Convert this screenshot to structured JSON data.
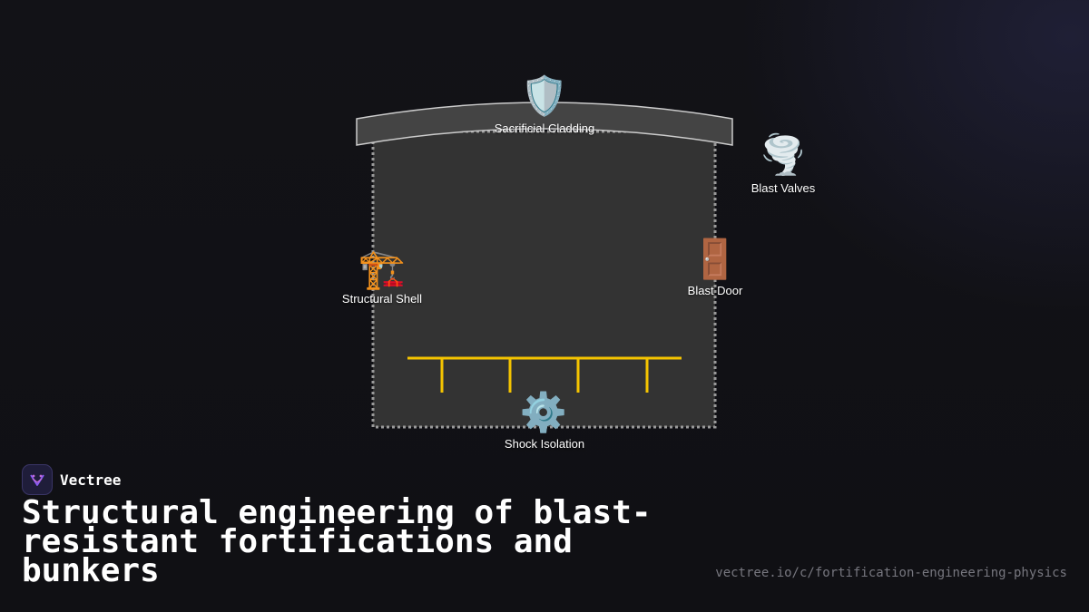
{
  "diagram": {
    "nodes": {
      "cladding": {
        "label": "Sacrificial Cladding",
        "icon": "shield-icon",
        "glyph": "🛡️"
      },
      "valves": {
        "label": "Blast Valves",
        "icon": "tornado-icon",
        "glyph": "🌪️"
      },
      "shell": {
        "label": "Structural Shell",
        "icon": "construction-crane-icon",
        "glyph": "🏗️"
      },
      "door": {
        "label": "Blast Door",
        "icon": "door-icon",
        "glyph": "🚪"
      },
      "isolation": {
        "label": "Shock Isolation",
        "icon": "gear-icon",
        "glyph": "⚙️"
      }
    },
    "colors": {
      "bunker_fill": "#333333",
      "bunker_outline": "#9a9a9a",
      "cladding_fill": "#444444",
      "cladding_stroke": "#cccccc",
      "isolation_frame": "#f5c400"
    }
  },
  "brand": {
    "name": "Vectree",
    "logo_icon": "vectree-logo-icon",
    "accent": "#8a5cf6"
  },
  "footer": {
    "title": "Structural engineering of blast-resistant fortifications and bunkers",
    "url": "vectree.io/c/fortification-engineering-physics"
  }
}
